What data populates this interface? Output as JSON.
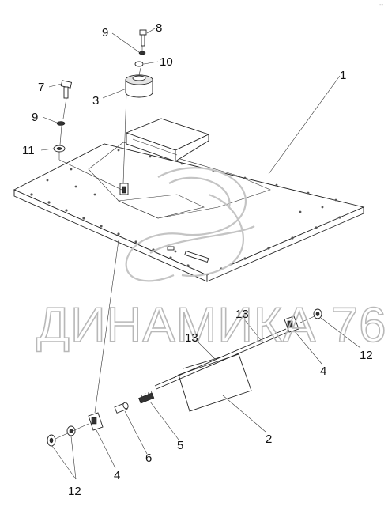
{
  "watermark": {
    "text": "ДИНАМИКА 76"
  },
  "corner_mark": "--",
  "callouts": {
    "c1": "1",
    "c2": "2",
    "c3": "3",
    "c4a": "4",
    "c4b": "4",
    "c5": "5",
    "c6": "6",
    "c7": "7",
    "c8": "8",
    "c9a": "9",
    "c9b": "9",
    "c10": "10",
    "c11": "11",
    "c12a": "12",
    "c12b": "12",
    "c13a": "13",
    "c13b": "13"
  }
}
